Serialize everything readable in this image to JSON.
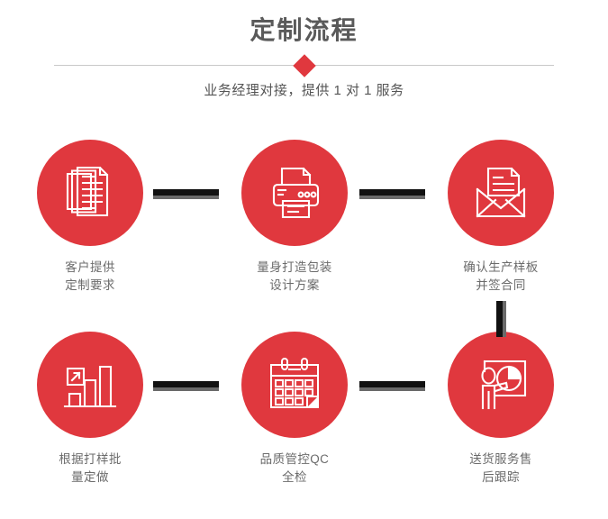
{
  "header": {
    "title": "定制流程",
    "subtitle": "业务经理对接，提供 1 对 1 服务",
    "accent_color": "#e0383e",
    "title_color": "#5a5a5a",
    "divider_color": "#c9c9c9"
  },
  "flow": {
    "connector_color": "#111111",
    "connector_shadow_color": "#6a6a6a",
    "rows": [
      {
        "nodes": [
          {
            "icon": "documents-stack-icon",
            "label_line1": "客户提供",
            "label_line2": "定制要求"
          },
          {
            "icon": "printer-icon",
            "label_line1": "量身打造包装",
            "label_line2": "设计方案"
          },
          {
            "icon": "envelope-document-icon",
            "label_line1": "确认生产样板",
            "label_line2": "并签合同"
          }
        ]
      },
      {
        "nodes": [
          {
            "icon": "bar-chart-growth-icon",
            "label_line1": "根据打样批",
            "label_line2": "量定做"
          },
          {
            "icon": "calendar-icon",
            "label_line1": "品质管控QC",
            "label_line2": "全检"
          },
          {
            "icon": "presenter-pie-chart-icon",
            "label_line1": "送货服务售",
            "label_line2": "后跟踪"
          }
        ]
      }
    ]
  }
}
